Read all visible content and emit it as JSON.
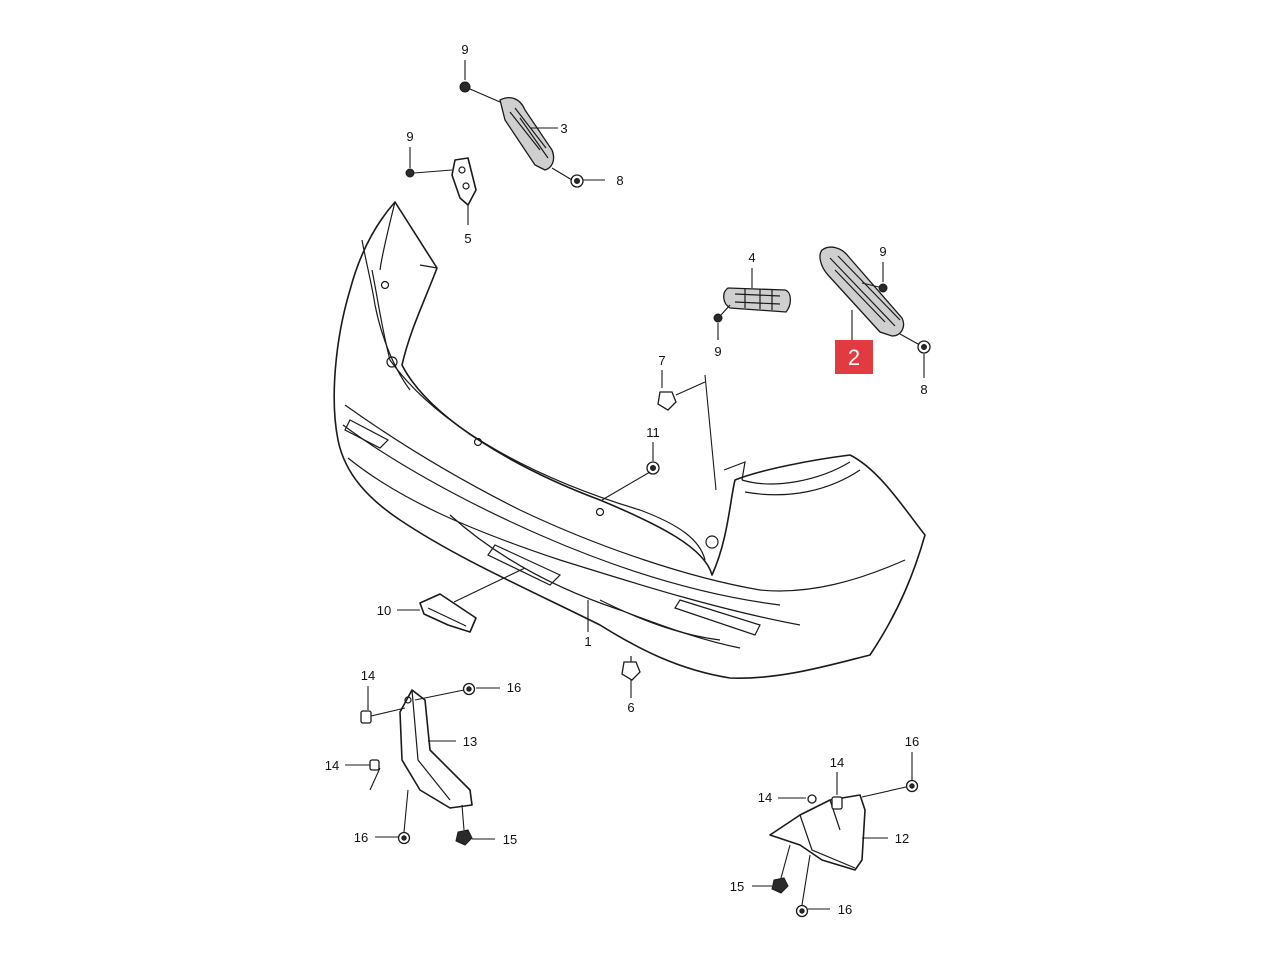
{
  "diagram": {
    "callouts": [
      {
        "id": "c9a",
        "label": "9"
      },
      {
        "id": "c3",
        "label": "3"
      },
      {
        "id": "c8a",
        "label": "8"
      },
      {
        "id": "c9b",
        "label": "9"
      },
      {
        "id": "c5",
        "label": "5"
      },
      {
        "id": "c4",
        "label": "4"
      },
      {
        "id": "c9c",
        "label": "9"
      },
      {
        "id": "c9d",
        "label": "9"
      },
      {
        "id": "c8b",
        "label": "8"
      },
      {
        "id": "c7",
        "label": "7"
      },
      {
        "id": "c11",
        "label": "11"
      },
      {
        "id": "c10",
        "label": "10"
      },
      {
        "id": "c1",
        "label": "1"
      },
      {
        "id": "c6",
        "label": "6"
      },
      {
        "id": "c14a",
        "label": "14"
      },
      {
        "id": "c16a",
        "label": "16"
      },
      {
        "id": "c13",
        "label": "13"
      },
      {
        "id": "c14b",
        "label": "14"
      },
      {
        "id": "c16b",
        "label": "16"
      },
      {
        "id": "c15a",
        "label": "15"
      },
      {
        "id": "c16c",
        "label": "16"
      },
      {
        "id": "c14c",
        "label": "14"
      },
      {
        "id": "c14d",
        "label": "14"
      },
      {
        "id": "c12",
        "label": "12"
      },
      {
        "id": "c15b",
        "label": "15"
      },
      {
        "id": "c16d",
        "label": "16"
      }
    ],
    "highlight": {
      "label": "2",
      "color": "#e23a41"
    }
  }
}
